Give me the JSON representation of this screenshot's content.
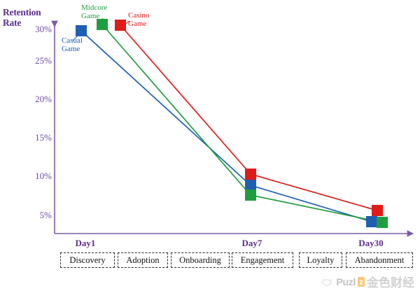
{
  "chart_data": {
    "type": "line",
    "title": "Retention Rate",
    "ylabel": "Retention Rate",
    "xlabel": "",
    "grid": false,
    "legend_position": "inline-annotations",
    "ylim": [
      0,
      32
    ],
    "yticks": [
      "30%",
      "25%",
      "20%",
      "15%",
      "10%",
      "5%"
    ],
    "ytick_values": [
      30,
      25,
      20,
      15,
      10,
      5
    ],
    "categories": [
      "Day1",
      "Day7",
      "Day30"
    ],
    "series": [
      {
        "name": "Casual Game",
        "color": "#1f5fb4",
        "values": [
          29.3,
          8.0,
          4.3
        ]
      },
      {
        "name": "Midcore Game",
        "color": "#1f9e3f",
        "values": [
          30.4,
          7.0,
          4.2
        ]
      },
      {
        "name": "Casino Game",
        "color": "#e01b1b",
        "values": [
          30.2,
          10.1,
          5.4
        ]
      }
    ],
    "annotations": [
      {
        "text": "Casual Game",
        "series": "Casual Game",
        "color": "#1f5fb4"
      },
      {
        "text": "Midcore Game",
        "series": "Midcore Game",
        "color": "#1f9e3f"
      },
      {
        "text": "Casino Game",
        "series": "Casino Game",
        "color": "#e01b1b"
      }
    ],
    "stages": [
      "Discovery",
      "Adoption",
      "Onboarding",
      "Engagement",
      "Loyalty",
      "Abandonment"
    ]
  },
  "axis": {
    "title_line1": "Retention",
    "title_line2": "Rate",
    "color": "#6b4aa0"
  },
  "yticks": [
    {
      "label": "30%"
    },
    {
      "label": "25%"
    },
    {
      "label": "20%"
    },
    {
      "label": "15%"
    },
    {
      "label": "10%"
    },
    {
      "label": "5%"
    }
  ],
  "xticks": [
    {
      "label": "Day1"
    },
    {
      "label": "Day7"
    },
    {
      "label": "Day30"
    }
  ],
  "stages": [
    {
      "label": "Discovery"
    },
    {
      "label": "Adoption"
    },
    {
      "label": "Onboarding"
    },
    {
      "label": "Engagement"
    },
    {
      "label": "Loyalty"
    },
    {
      "label": "Abandonment"
    }
  ],
  "series_labels": [
    {
      "line1": "Casual",
      "line2": "Game"
    },
    {
      "line1": "Midcore",
      "line2": "Game"
    },
    {
      "line1": "Casino",
      "line2": "Game"
    }
  ],
  "watermark": {
    "latin": "Puzl",
    "badge": "z",
    "chinese": "金色财经"
  }
}
